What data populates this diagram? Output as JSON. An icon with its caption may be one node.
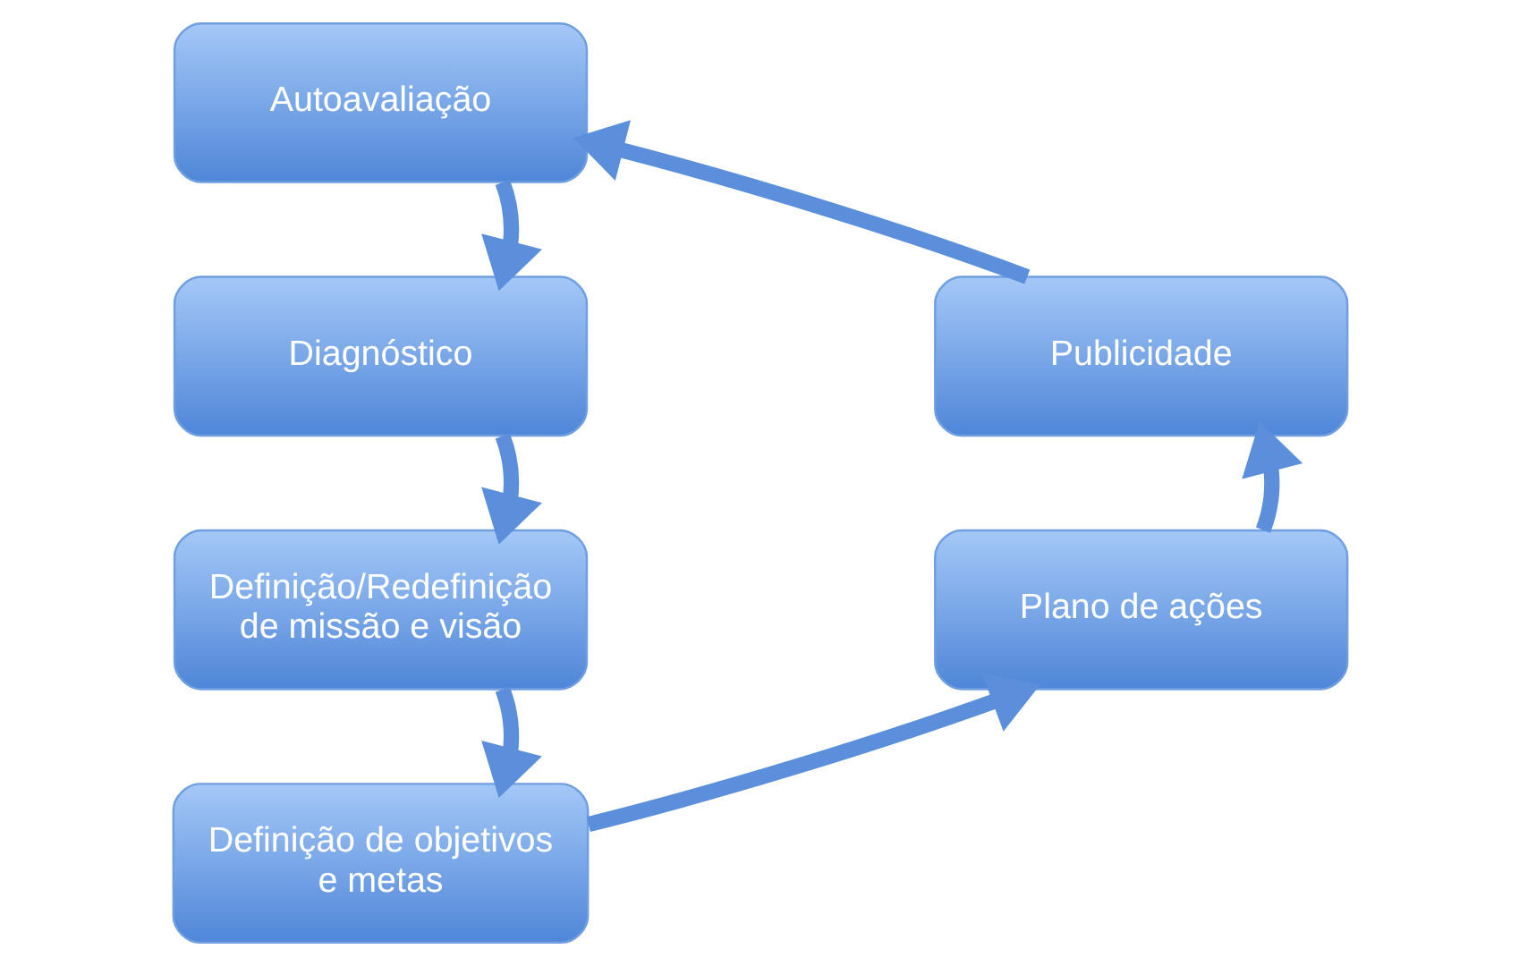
{
  "diagram": {
    "nodes": [
      {
        "text": [
          "Autoavaliação"
        ]
      },
      {
        "text": [
          "Diagnóstico"
        ]
      },
      {
        "text": [
          "Definição/Redefinição de missão e visão"
        ]
      },
      {
        "text": [
          "Definição de objetivos e metas"
        ]
      },
      {
        "text": [
          "Plano de ações"
        ]
      },
      {
        "text": [
          "Publicidade"
        ]
      }
    ],
    "edges": [
      {
        "from": 0,
        "to": 1,
        "arrow": "to"
      },
      {
        "from": 1,
        "to": 2,
        "arrow": "to"
      },
      {
        "from": 2,
        "to": 3,
        "arrow": "to"
      },
      {
        "from": 3,
        "to": 4,
        "arrow": "to"
      },
      {
        "from": 4,
        "to": 5,
        "arrow": "to"
      },
      {
        "from": 5,
        "to": 0,
        "arrow": "to"
      }
    ]
  }
}
